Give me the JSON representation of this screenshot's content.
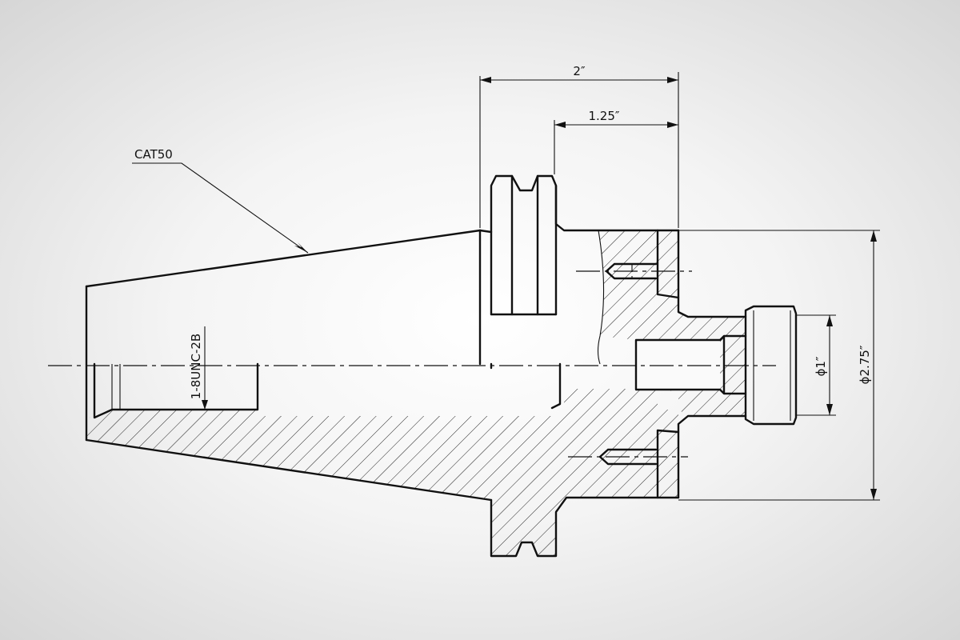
{
  "labels": {
    "taper": "CAT50",
    "thread": "1-8UNC-2B",
    "dim_overall": "2″",
    "dim_flange": "1.25″",
    "dim_bore": "ϕ1″",
    "dim_pilot": "ϕ2.75″"
  }
}
